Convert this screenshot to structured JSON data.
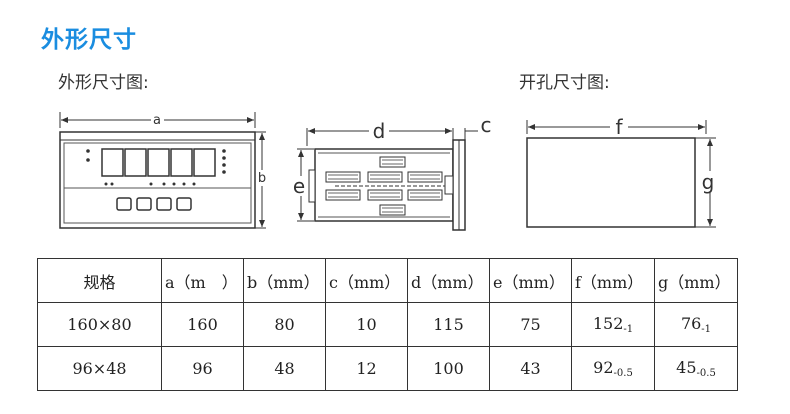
{
  "section_title": "外形尺寸",
  "outline_label": "外形尺寸图:",
  "cutout_label": "开孔尺寸图:",
  "dim_labels": {
    "a": "a",
    "b": "b",
    "c": "c",
    "d": "d",
    "e": "e",
    "f": "f",
    "g": "g"
  },
  "table": {
    "headers": [
      {
        "main": "规格",
        "cn": true
      },
      {
        "main": "a（m　）"
      },
      {
        "main": "b（mm）"
      },
      {
        "main": "c（mm）"
      },
      {
        "main": "d（mm）"
      },
      {
        "main": "e（mm）"
      },
      {
        "main": "f（mm）"
      },
      {
        "main": "g（mm）"
      }
    ],
    "rows": [
      [
        {
          "main": "160×80"
        },
        {
          "main": "160"
        },
        {
          "main": "80"
        },
        {
          "main": "10"
        },
        {
          "main": "115"
        },
        {
          "main": "75"
        },
        {
          "main": "152",
          "sub": "-1"
        },
        {
          "main": "76",
          "sub": "-1"
        }
      ],
      [
        {
          "main": "96×48"
        },
        {
          "main": "96"
        },
        {
          "main": "48"
        },
        {
          "main": "12"
        },
        {
          "main": "100"
        },
        {
          "main": "43"
        },
        {
          "main": "92",
          "sub": "-0.5"
        },
        {
          "main": "45",
          "sub": "-0.5"
        }
      ]
    ]
  }
}
